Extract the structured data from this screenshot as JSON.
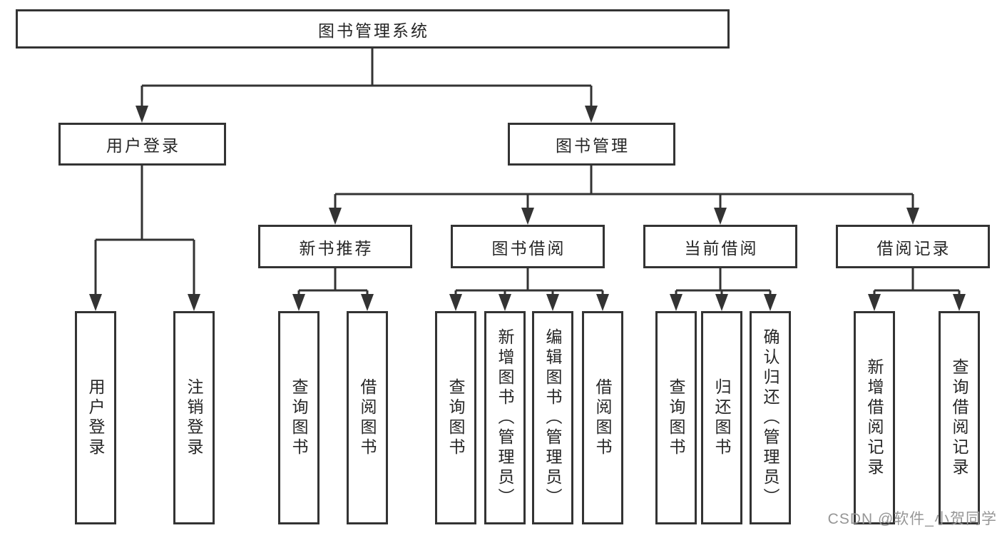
{
  "diagram": {
    "title": "图书管理系统",
    "branches": [
      {
        "label": "用户登录",
        "leaves": [
          "用户登录",
          "注销登录"
        ]
      },
      {
        "label": "图书管理",
        "groups": [
          {
            "label": "新书推荐",
            "leaves": [
              "查询图书",
              "借阅图书"
            ]
          },
          {
            "label": "图书借阅",
            "leaves": [
              "查询图书",
              "新增图书（管理员）",
              "编辑图书（管理员）",
              "借阅图书"
            ]
          },
          {
            "label": "当前借阅",
            "leaves": [
              "查询图书",
              "归还图书",
              "确认归还（管理员）"
            ]
          },
          {
            "label": "借阅记录",
            "leaves": [
              "新增借阅记录",
              "查询借阅记录"
            ]
          }
        ]
      }
    ]
  },
  "watermark": {
    "text": "CSDN @软件_小贺同学"
  },
  "colors": {
    "line": "#333333",
    "border": "#333333",
    "text": "#262626",
    "watermark": "#969696",
    "background": "#ffffff"
  }
}
